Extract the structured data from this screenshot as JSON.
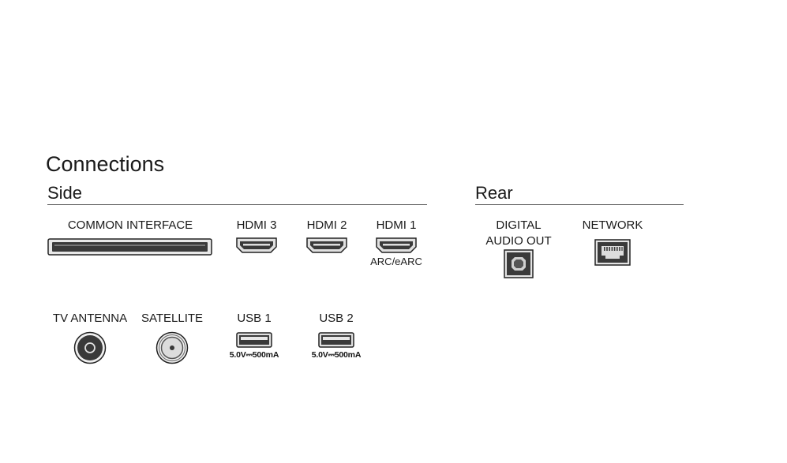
{
  "title": "Connections",
  "side": {
    "heading": "Side",
    "common_interface": {
      "label": "COMMON INTERFACE",
      "icon": "ci-slot-icon"
    },
    "hdmi3": {
      "label": "HDMI 3",
      "icon": "hdmi-port-icon"
    },
    "hdmi2": {
      "label": "HDMI 2",
      "icon": "hdmi-port-icon"
    },
    "hdmi1": {
      "label": "HDMI 1",
      "sublabel": "ARC/eARC",
      "icon": "hdmi-port-icon"
    },
    "tv_antenna": {
      "label": "TV ANTENNA",
      "icon": "coax-antenna-icon"
    },
    "satellite": {
      "label": "SATELLITE",
      "icon": "f-connector-icon"
    },
    "usb1": {
      "label": "USB 1",
      "spec": "5.0V⎓500mA",
      "icon": "usb-port-icon"
    },
    "usb2": {
      "label": "USB 2",
      "spec": "5.0V⎓500mA",
      "icon": "usb-port-icon"
    }
  },
  "rear": {
    "heading": "Rear",
    "digital_audio_out": {
      "label_line1": "DIGITAL",
      "label_line2": "AUDIO OUT",
      "icon": "optical-port-icon"
    },
    "network": {
      "label": "NETWORK",
      "icon": "ethernet-port-icon"
    }
  },
  "colors": {
    "text": "#1a1a1a",
    "rule": "#555555",
    "port_dark": "#3a3a3a",
    "port_light": "#d9d9d9"
  }
}
